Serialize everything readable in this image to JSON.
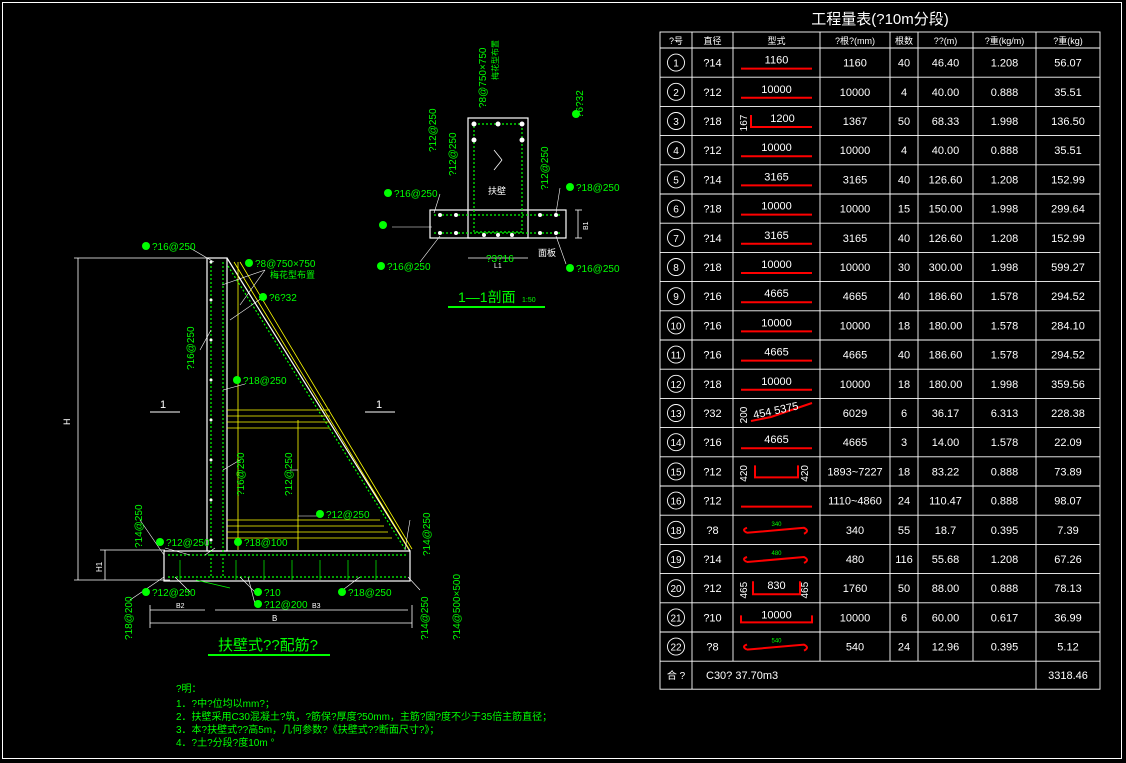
{
  "colors": {
    "background": "#000000",
    "frame": "#ffffff",
    "rebar": "#00ff00",
    "concrete": "#ffffff",
    "highlight": "#ff0000",
    "dimension": "#ffff00",
    "hatch": "#00ff00"
  },
  "drawing": {
    "title": "扶壁式??配筋?",
    "section_title": "1—1剖面",
    "section_scale": "1:50",
    "labels": {
      "top_bar": "?16@250",
      "ties": "?8@750×750",
      "ties_note": "梅花型布置",
      "stirrup": "?6?32",
      "wall_vert": "?16@250",
      "wall_mid": "?18@250",
      "wall_inner": "?16@250",
      "wall_inner2": "?12@250",
      "rib": "?12@250",
      "base_top": "?12@250",
      "base_top2": "?18@100",
      "base_bot": "?12@250",
      "base_bot2": "?10",
      "base_bot3": "?12@200",
      "base_bot4": "?18@250",
      "left_bar": "?14@250",
      "left_bot": "?18@200",
      "right_bar": "?14@250",
      "right_bot": "?14@250",
      "right_bot2": "?14@500×500",
      "dim_H": "H",
      "dim_H1": "H1",
      "dim_B": "B",
      "dim_B1": "B1",
      "dim_B2": "B2",
      "dim_B3": "B3",
      "section_mark": "1"
    },
    "section_labels": {
      "ties": "?8@750×750",
      "ties_note": "梅花型布置",
      "stirrup": "?6?32",
      "left1": "?12@250",
      "left2": "?12@250",
      "right1": "?12@250",
      "left3": "?16@250",
      "right2": "?18@250",
      "bottom_left": "?16@250",
      "bottom_right": "?16@250",
      "bottom": "?3?16",
      "rib_label": "扶壁",
      "slab_label": "面板",
      "dim_L1": "L1",
      "dim_B1": "B1"
    },
    "notes": {
      "heading": "?明：",
      "lines": [
        "1．?中?位均以mm?；",
        "2．扶壁采用C30混凝土?筑，?筋保?厚度?50mm，主筋?固?度不少于35倍主筋直径；",
        "3．本?扶壁式??高5m，几何参数?《扶壁式??断面尺寸?》；",
        "4．?土?分段?度10m °"
      ]
    }
  },
  "table": {
    "title": "工程量表(?10m分段)",
    "headers": [
      "?号",
      "直径",
      "型式",
      "?根?(mm)",
      "根数",
      "??(m)",
      "?重(kg/m)",
      "?重(kg)"
    ],
    "rows": [
      {
        "no": "1",
        "dia": "?14",
        "shape": "1160",
        "len": "1160",
        "count": "40",
        "total": "46.40",
        "unit": "1.208",
        "weight": "56.07"
      },
      {
        "no": "2",
        "dia": "?12",
        "shape": "10000",
        "len": "10000",
        "count": "4",
        "total": "40.00",
        "unit": "0.888",
        "weight": "35.51"
      },
      {
        "no": "3",
        "dia": "?18",
        "shape": "1200",
        "shape_v": "167",
        "len": "1367",
        "count": "50",
        "total": "68.33",
        "unit": "1.998",
        "weight": "136.50"
      },
      {
        "no": "4",
        "dia": "?12",
        "shape": "10000",
        "len": "10000",
        "count": "4",
        "total": "40.00",
        "unit": "0.888",
        "weight": "35.51"
      },
      {
        "no": "5",
        "dia": "?14",
        "shape": "3165",
        "len": "3165",
        "count": "40",
        "total": "126.60",
        "unit": "1.208",
        "weight": "152.99"
      },
      {
        "no": "6",
        "dia": "?18",
        "shape": "10000",
        "len": "10000",
        "count": "15",
        "total": "150.00",
        "unit": "1.998",
        "weight": "299.64"
      },
      {
        "no": "7",
        "dia": "?14",
        "shape": "3165",
        "len": "3165",
        "count": "40",
        "total": "126.60",
        "unit": "1.208",
        "weight": "152.99"
      },
      {
        "no": "8",
        "dia": "?18",
        "shape": "10000",
        "len": "10000",
        "count": "30",
        "total": "300.00",
        "unit": "1.998",
        "weight": "599.27"
      },
      {
        "no": "9",
        "dia": "?16",
        "shape": "4665",
        "len": "4665",
        "count": "40",
        "total": "186.60",
        "unit": "1.578",
        "weight": "294.52"
      },
      {
        "no": "10",
        "dia": "?16",
        "shape": "10000",
        "len": "10000",
        "count": "18",
        "total": "180.00",
        "unit": "1.578",
        "weight": "284.10"
      },
      {
        "no": "11",
        "dia": "?16",
        "shape": "4665",
        "len": "4665",
        "count": "40",
        "total": "186.60",
        "unit": "1.578",
        "weight": "294.52"
      },
      {
        "no": "12",
        "dia": "?18",
        "shape": "10000",
        "len": "10000",
        "count": "18",
        "total": "180.00",
        "unit": "1.998",
        "weight": "359.56"
      },
      {
        "no": "13",
        "dia": "?32",
        "shape": "454 5375",
        "shape_v": "200",
        "len": "6029",
        "count": "6",
        "total": "36.17",
        "unit": "6.313",
        "weight": "228.38"
      },
      {
        "no": "14",
        "dia": "?16",
        "shape": "4665",
        "len": "4665",
        "count": "3",
        "total": "14.00",
        "unit": "1.578",
        "weight": "22.09"
      },
      {
        "no": "15",
        "dia": "?12",
        "shape": "",
        "shape_v": "420",
        "shape_v2": "420",
        "len": "1893~7227",
        "count": "18",
        "total": "83.22",
        "unit": "0.888",
        "weight": "73.89"
      },
      {
        "no": "16",
        "dia": "?12",
        "shape": "",
        "len": "1110~4860",
        "count": "24",
        "total": "110.47",
        "unit": "0.888",
        "weight": "98.07"
      },
      {
        "no": "18",
        "dia": "?8",
        "shape": "340",
        "len": "340",
        "count": "55",
        "total": "18.7",
        "unit": "0.395",
        "weight": "7.39"
      },
      {
        "no": "19",
        "dia": "?14",
        "shape": "480",
        "len": "480",
        "count": "116",
        "total": "55.68",
        "unit": "1.208",
        "weight": "67.26"
      },
      {
        "no": "20",
        "dia": "?12",
        "shape": "830",
        "shape_v": "465",
        "shape_v2": "465",
        "len": "1760",
        "count": "50",
        "total": "88.00",
        "unit": "0.888",
        "weight": "78.13"
      },
      {
        "no": "21",
        "dia": "?10",
        "shape": "10000",
        "len": "10000",
        "count": "6",
        "total": "60.00",
        "unit": "0.617",
        "weight": "36.99"
      },
      {
        "no": "22",
        "dia": "?8",
        "shape": "540",
        "len": "540",
        "count": "24",
        "total": "12.96",
        "unit": "0.395",
        "weight": "5.12"
      }
    ],
    "footer": {
      "label": "合 ?",
      "concrete": "C30?  37.70m3",
      "total": "3318.46"
    }
  }
}
